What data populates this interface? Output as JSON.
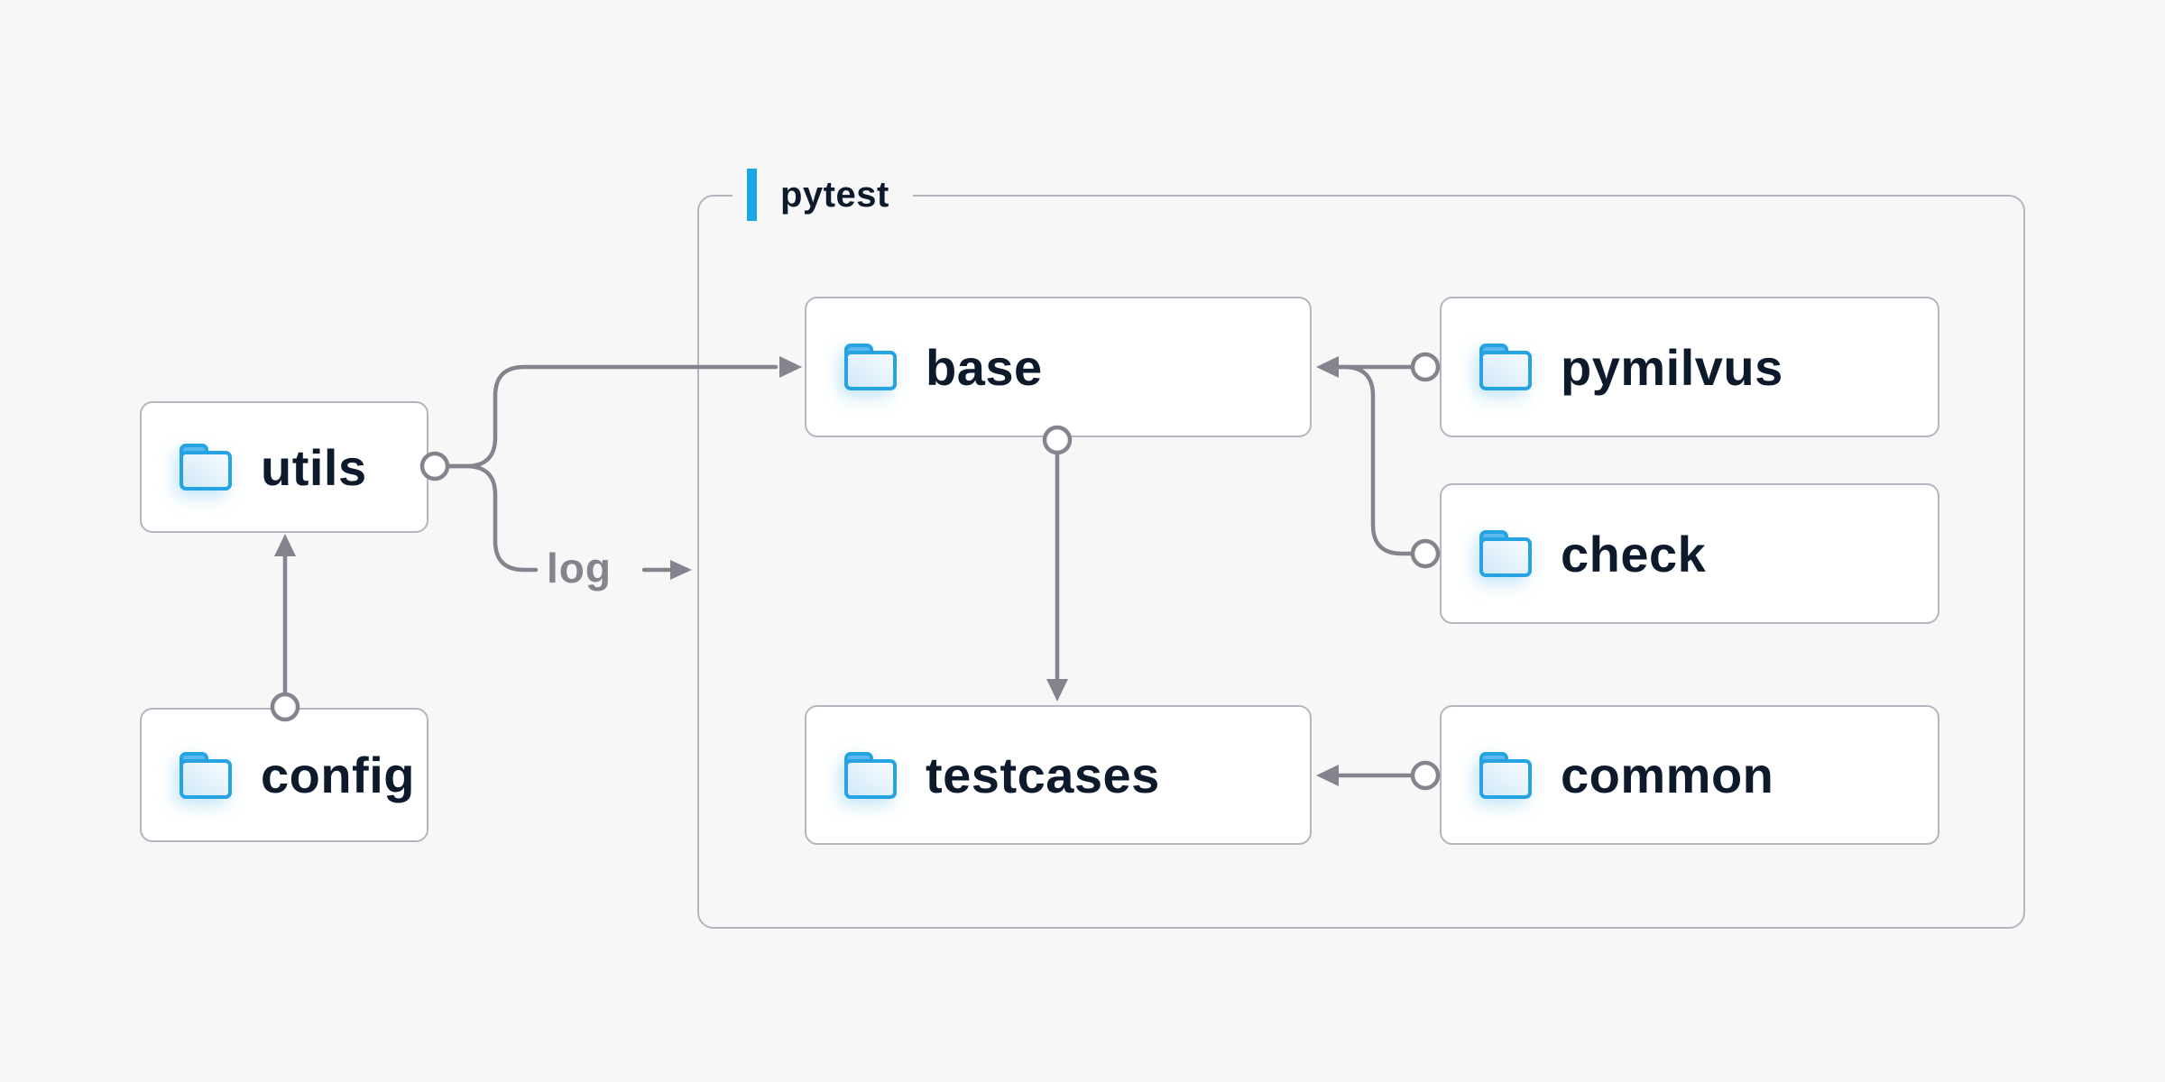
{
  "diagram": {
    "type": "folder-structure",
    "container": {
      "label": "pytest"
    },
    "nodes": {
      "utils": {
        "label": "utils",
        "icon": "folder-icon"
      },
      "config": {
        "label": "config",
        "icon": "folder-icon"
      },
      "base": {
        "label": "base",
        "icon": "folder-icon"
      },
      "pymilvus": {
        "label": "pymilvus",
        "icon": "folder-icon"
      },
      "check": {
        "label": "check",
        "icon": "folder-icon"
      },
      "testcases": {
        "label": "testcases",
        "icon": "folder-icon"
      },
      "common": {
        "label": "common",
        "icon": "folder-icon"
      }
    },
    "edges": [
      {
        "from": "config",
        "to": "utils",
        "label": ""
      },
      {
        "from": "utils",
        "to": "base",
        "label": ""
      },
      {
        "from": "utils",
        "to": "pytest",
        "label": "log"
      },
      {
        "from": "pymilvus",
        "to": "base",
        "label": ""
      },
      {
        "from": "check",
        "to": "base",
        "label": ""
      },
      {
        "from": "base",
        "to": "testcases",
        "label": ""
      },
      {
        "from": "common",
        "to": "testcases",
        "label": ""
      }
    ],
    "colors": {
      "background": "#f7f7f8",
      "node_background": "#ffffff",
      "node_border": "#b6b5bf",
      "edge_gray": "#84838e",
      "text_dark": "#0d1a2b",
      "accent_blue": "#18a8e8",
      "folder_stroke_blue": "#26a3e3",
      "folder_fill_light": "#ddeefb"
    }
  }
}
